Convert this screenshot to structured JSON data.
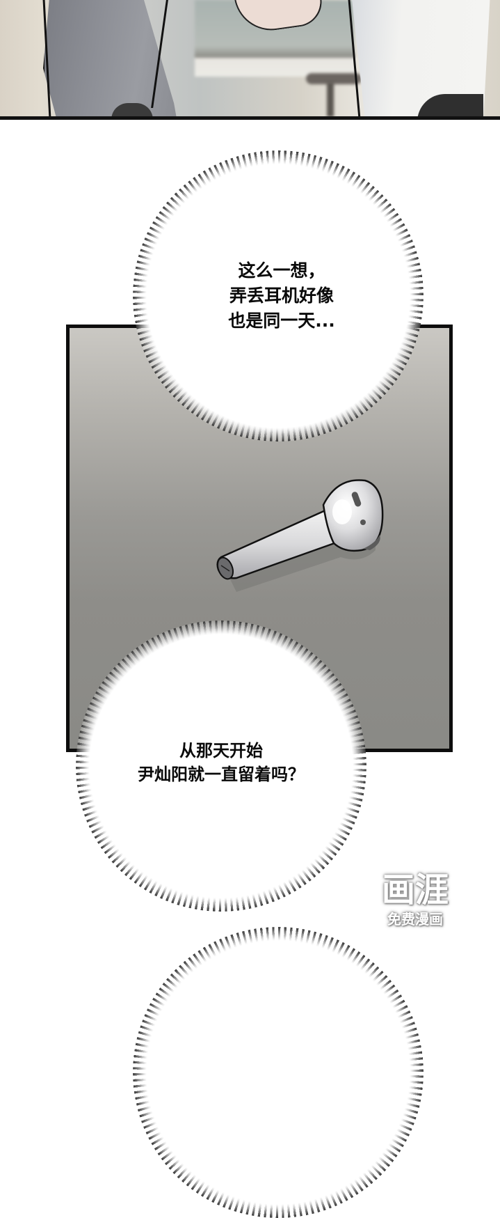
{
  "page": {
    "type": "comic-strip",
    "background": "#ffffff"
  },
  "panels": [
    {
      "id": "panel-top",
      "description": "Cropped scene: two people standing, one in gray shirt, one in white shirt, a hand reaching between them, blurred room background",
      "border_color": "#111111"
    },
    {
      "id": "panel-earphone",
      "description": "Single white wireless earbud lying on a gray surface",
      "border_color": "#0d0d0d",
      "gradient_top": "#cac8c3",
      "gradient_bottom": "#8a8a86"
    }
  ],
  "bubbles": [
    {
      "id": "bubble-1",
      "style": "thought-burst",
      "text": "这么一想，\n弄丢耳机好像\n也是同一天..."
    },
    {
      "id": "bubble-2",
      "style": "thought-burst",
      "text": "从那天开始\n尹灿阳就一直留着吗？"
    },
    {
      "id": "bubble-3",
      "style": "thought-burst",
      "text": ""
    }
  ],
  "watermark": {
    "logo": "画涯",
    "subtitle": "免费漫画"
  },
  "icons": {
    "earphone": "earbud-icon"
  }
}
